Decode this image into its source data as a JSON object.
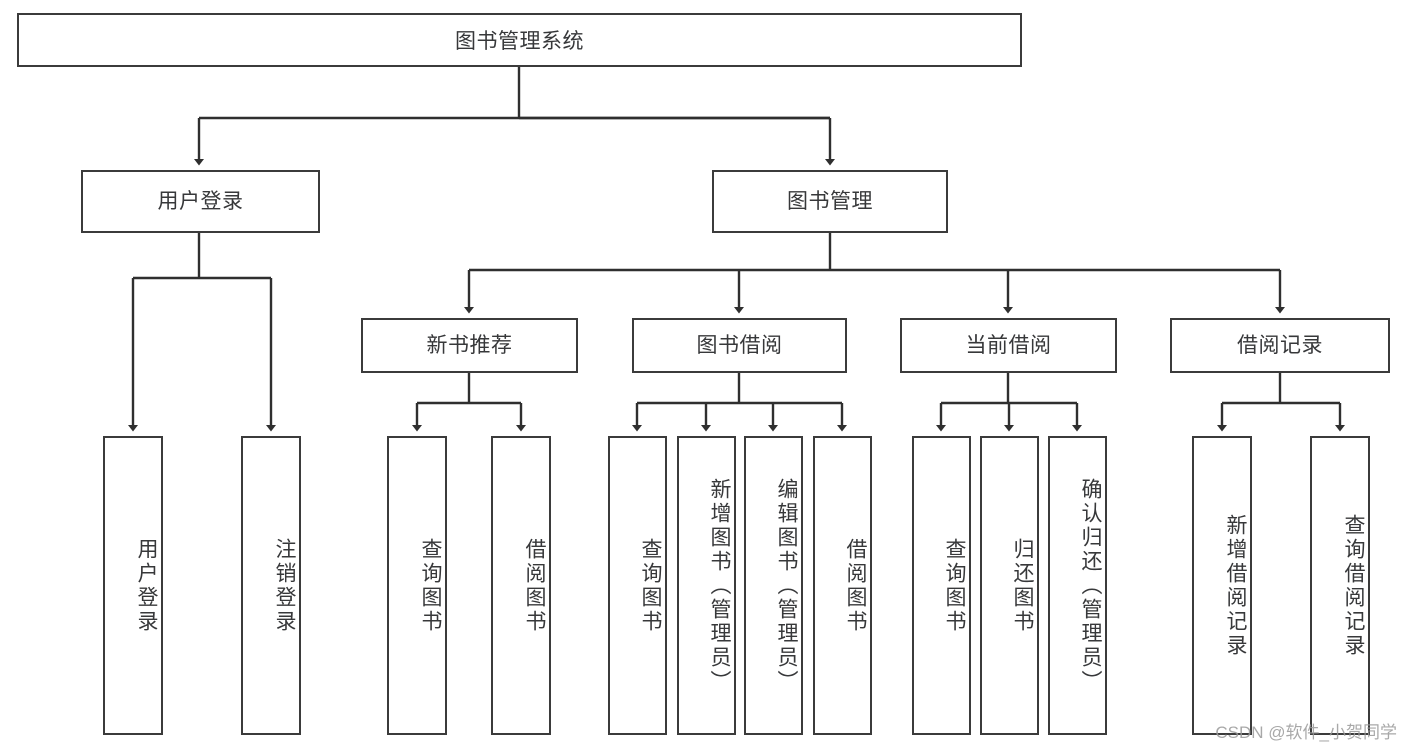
{
  "diagram": {
    "title": "图书管理系统",
    "type": "hierarchy-tree",
    "watermark": "CSDN @软件_小贺同学",
    "colors": {
      "box_border": "#3b3b3b",
      "box_fill": "#ffffff",
      "text": "#37383a",
      "connector": "#2f2f2f",
      "watermark": "#9a9a9a"
    },
    "nodes": {
      "root": {
        "label": "图书管理系统"
      },
      "level2": [
        {
          "label": "用户登录"
        },
        {
          "label": "图书管理"
        }
      ],
      "level3": [
        {
          "label": "新书推荐"
        },
        {
          "label": "图书借阅"
        },
        {
          "label": "当前借阅"
        },
        {
          "label": "借阅记录"
        }
      ],
      "leaves": {
        "user_login": [
          {
            "label": "用户登录"
          },
          {
            "label": "注销登录"
          }
        ],
        "new_book_recommend": [
          {
            "label": "查询图书"
          },
          {
            "label": "借阅图书"
          }
        ],
        "book_borrow": [
          {
            "label": "查询图书"
          },
          {
            "label": "新增图书（管理员）"
          },
          {
            "label": "编辑图书（管理员）"
          },
          {
            "label": "借阅图书"
          }
        ],
        "current_borrow": [
          {
            "label": "查询图书"
          },
          {
            "label": "归还图书"
          },
          {
            "label": "确认归还（管理员）"
          }
        ],
        "borrow_record": [
          {
            "label": "新增借阅记录"
          },
          {
            "label": "查询借阅记录"
          }
        ]
      }
    }
  }
}
